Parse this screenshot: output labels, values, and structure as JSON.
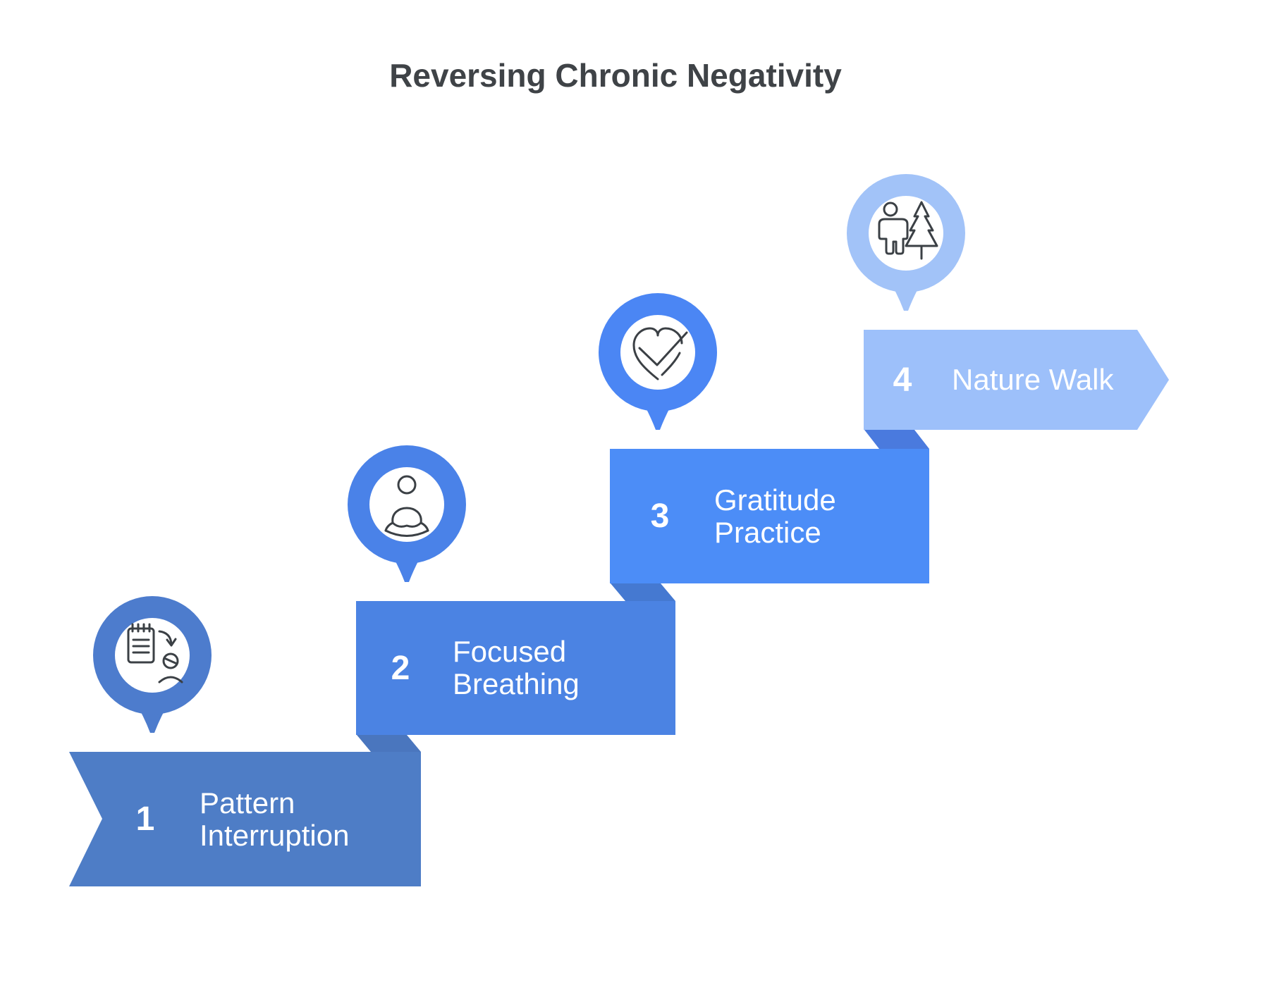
{
  "title": "Reversing Chronic Negativity",
  "steps": [
    {
      "number": "1",
      "label": "Pattern\nInterruption",
      "icon": "notepad-sad-face"
    },
    {
      "number": "2",
      "label": "Focused\nBreathing",
      "icon": "meditation-pose"
    },
    {
      "number": "3",
      "label": "Gratitude\nPractice",
      "icon": "heart-checkmark"
    },
    {
      "number": "4",
      "label": "Nature Walk",
      "icon": "person-pine-tree"
    }
  ],
  "colors": {
    "title_text": "#3f4347",
    "step1_fill": "#4e7dc6",
    "step2_fill": "#4b83e3",
    "step3_fill": "#4c8df7",
    "step4_fill": "#9dc0fa",
    "fold_1_2": "#4a76be",
    "fold_2_3": "#4579d1",
    "fold_3_4": "#4a7ade",
    "pin1": "#4d7ccd",
    "pin2": "#4a82e8",
    "pin3": "#4b86f4",
    "pin4": "#a2c3f8",
    "icon_stroke": "#3b4045",
    "step_text": "#ffffff"
  }
}
